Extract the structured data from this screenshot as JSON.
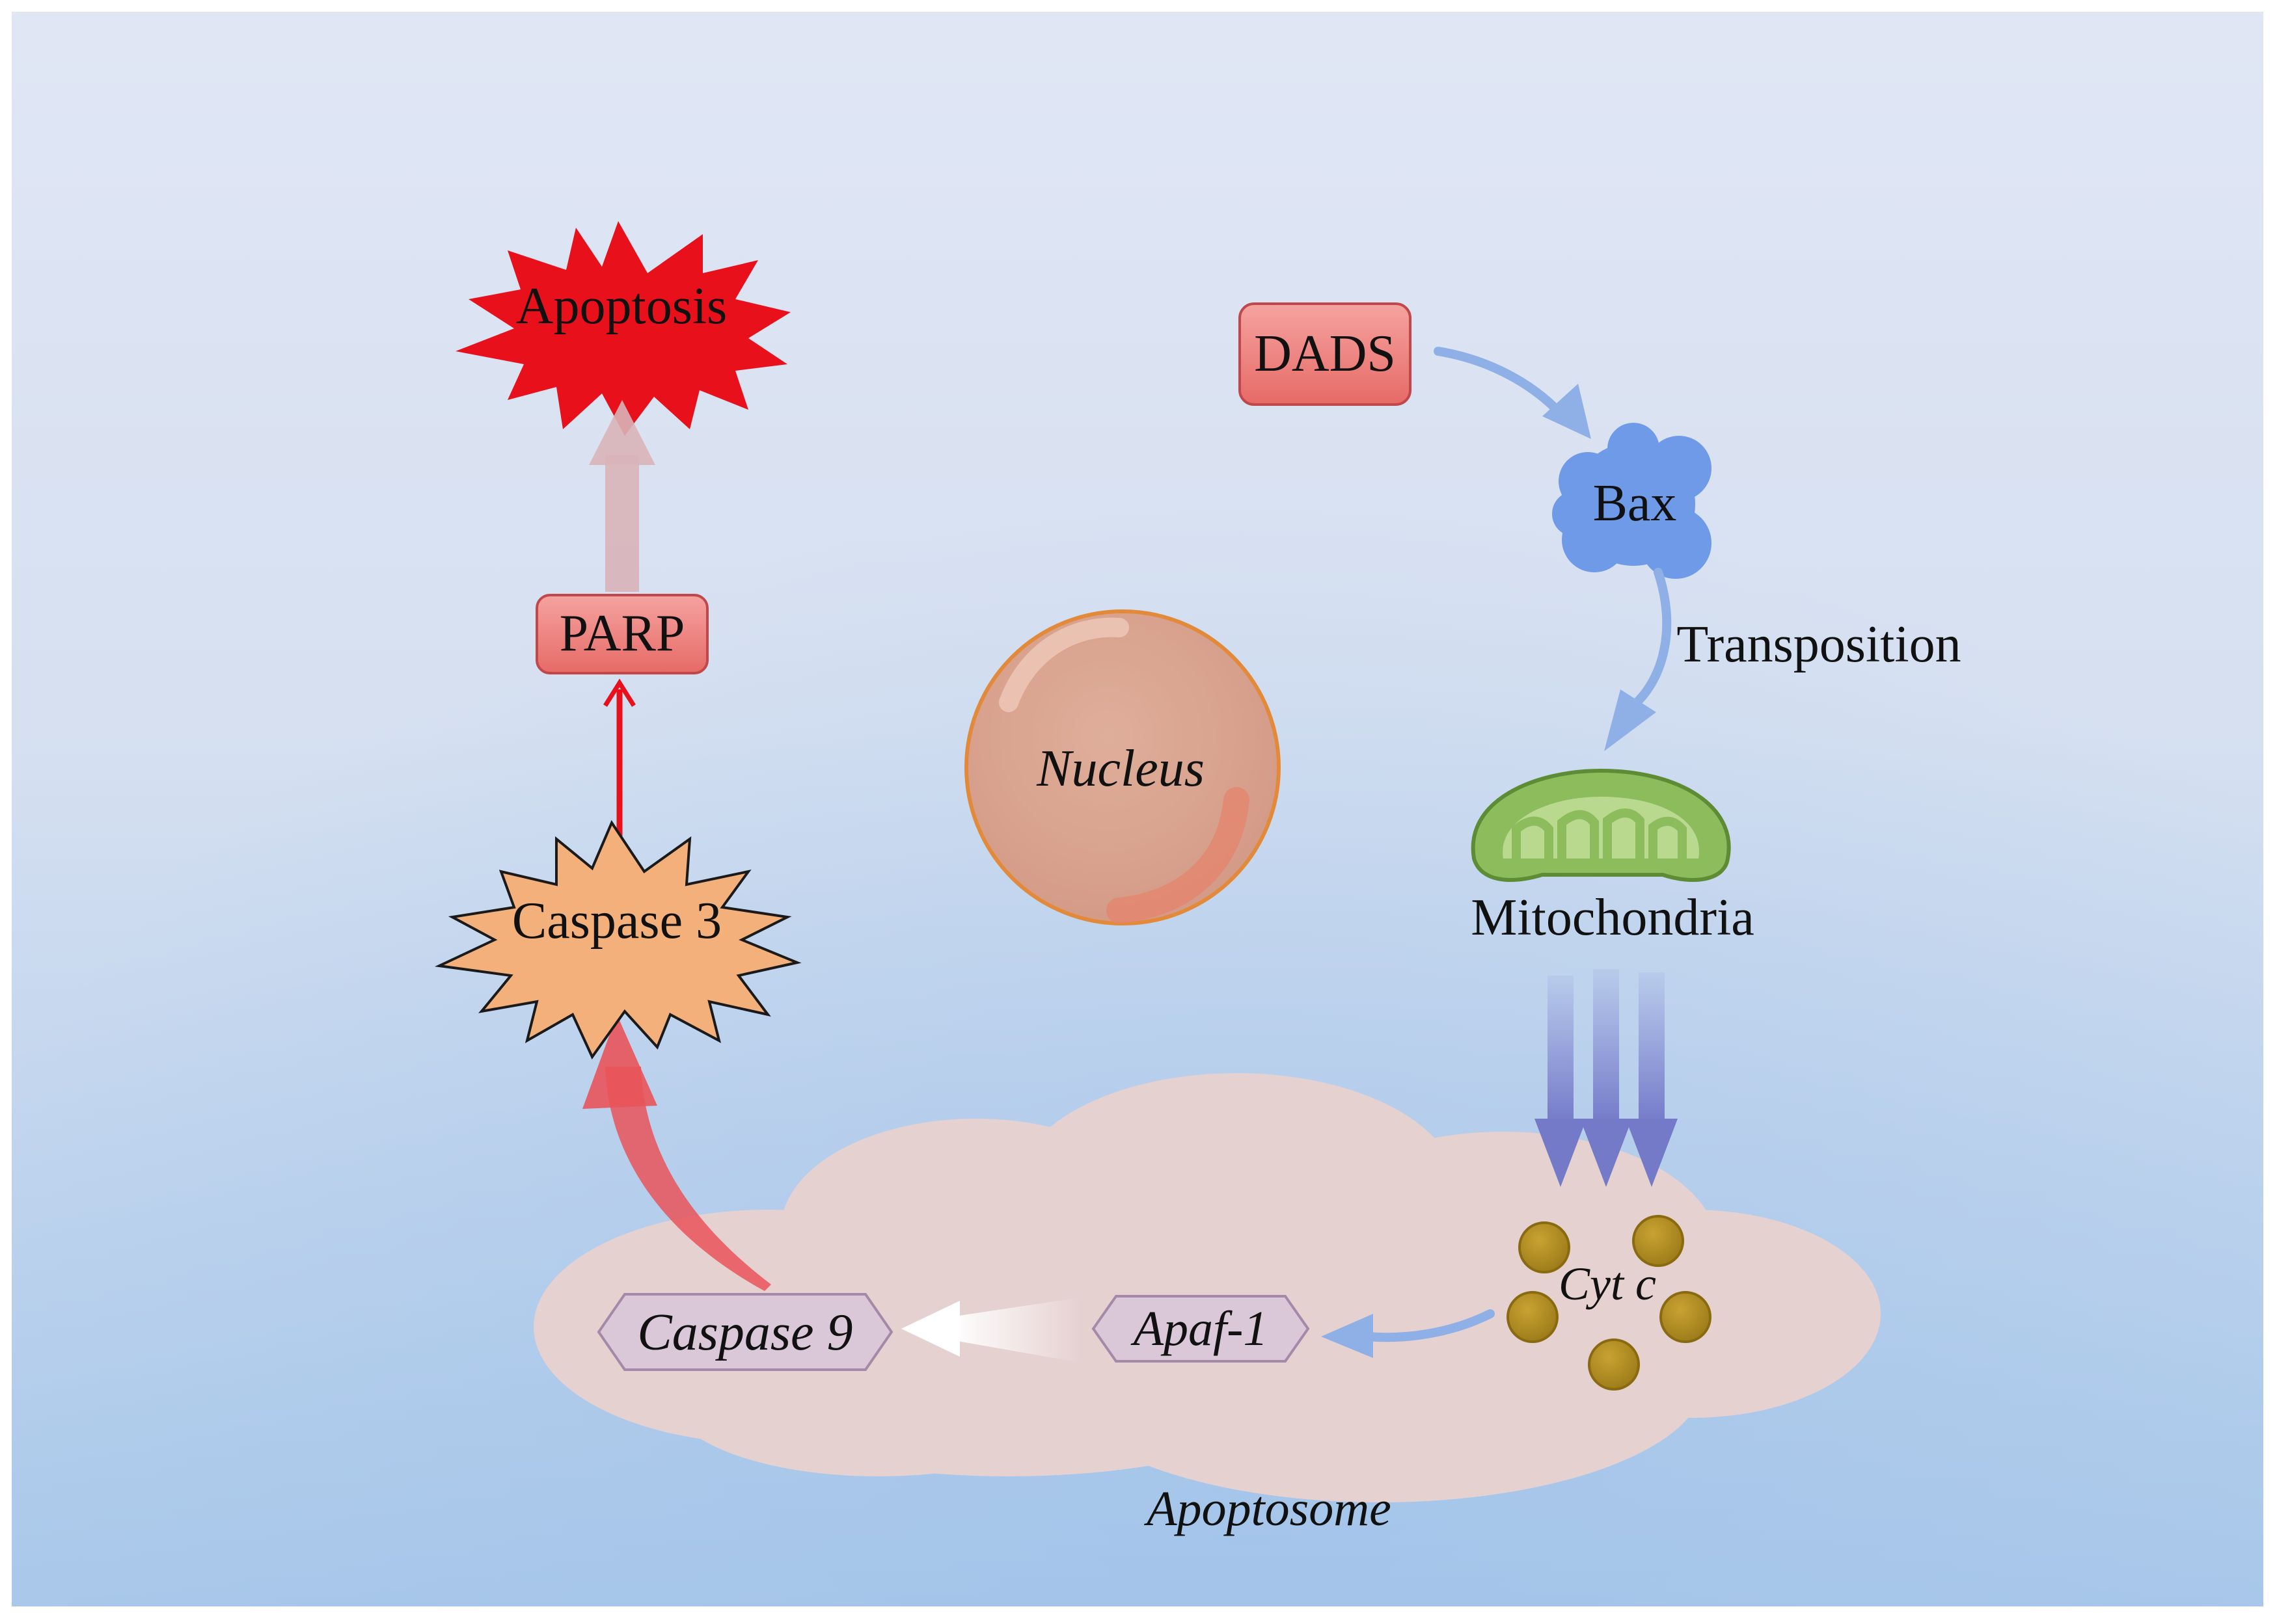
{
  "nodes": {
    "apoptosis": "Apoptosis",
    "parp": "PARP",
    "caspase3": "Caspase 3",
    "dads": "DADS",
    "bax": "Bax",
    "transposition": "Transposition",
    "nucleus": "Nucleus",
    "mitochondria": "Mitochondria",
    "cytc": "Cyt c",
    "apaf1": "Apaf-1",
    "caspase9": "Caspase 9",
    "apoptosome": "Apoptosome"
  },
  "colors": {
    "apoptosis_star": "#e8101a",
    "caspase3_star": "#f4b07a",
    "box_fill": "#ec7b77",
    "arrow_blue": "#8fb0e6",
    "arrow_red": "#e8101a",
    "arrow_purple": "#7f83d0",
    "bax_fill": "#6f9ae8",
    "nucleus_fill": "#d9a48e",
    "mito_fill": "#8cbc5c",
    "cytc_fill": "#b08a22",
    "cloud_fill": "#e6d1d1",
    "hex_fill": "#dac8d8"
  }
}
